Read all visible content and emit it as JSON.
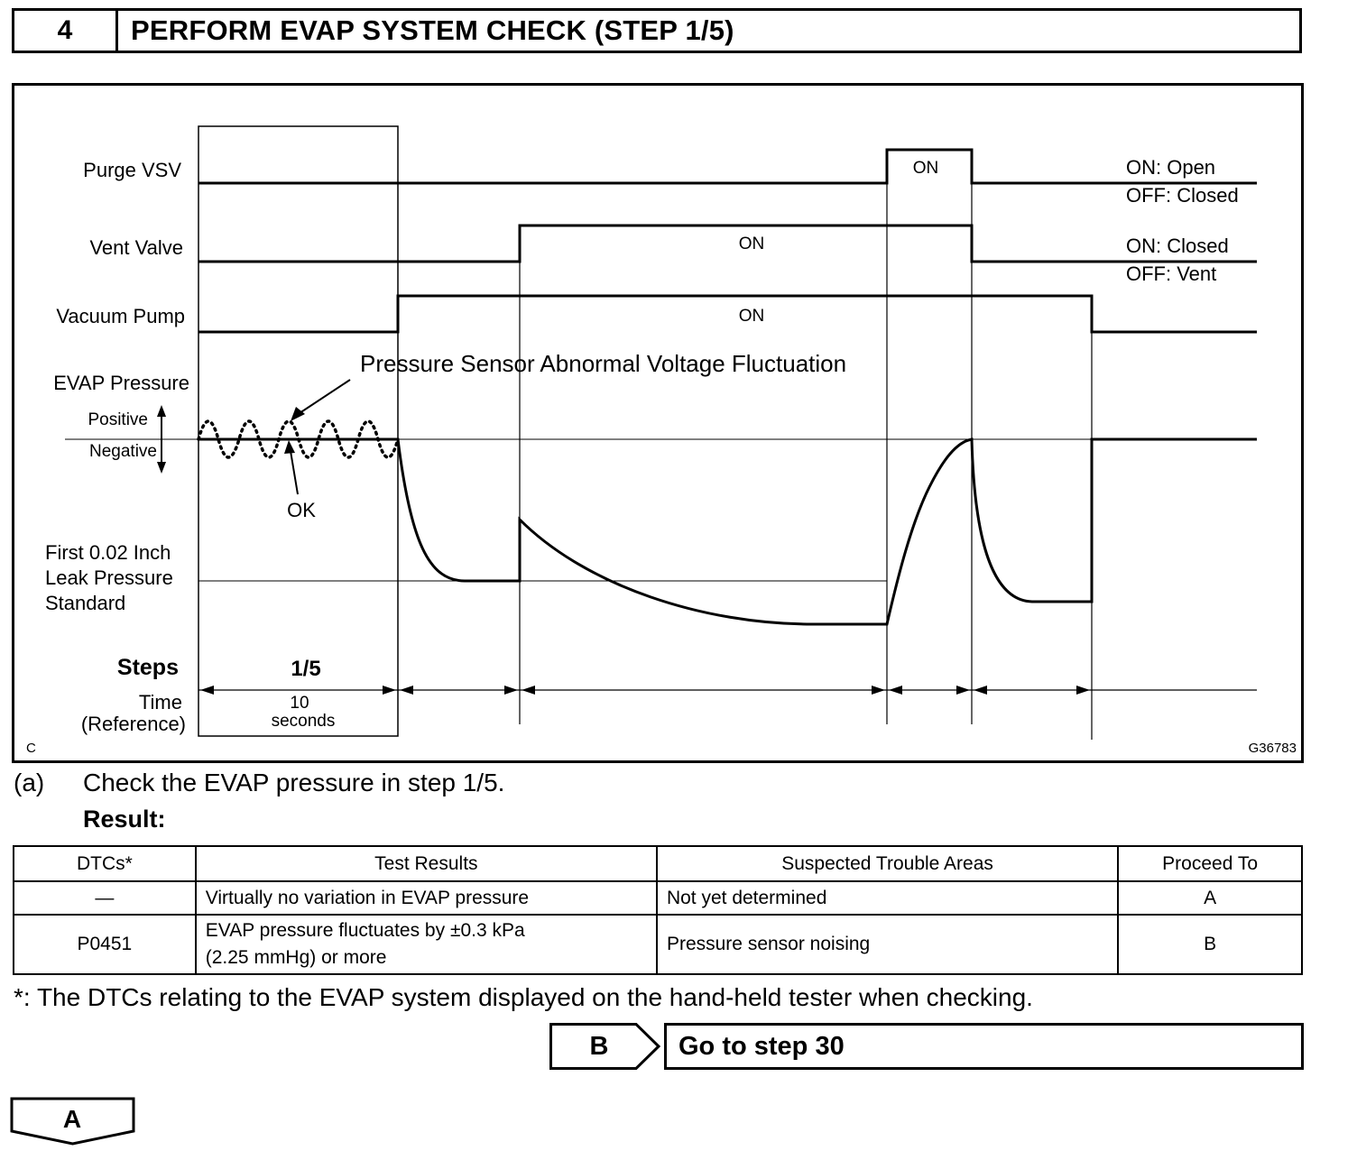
{
  "header": {
    "step_number": "4",
    "title": "PERFORM EVAP SYSTEM CHECK (STEP 1/5)"
  },
  "figure": {
    "labels": {
      "purge_vsv": "Purge VSV",
      "vent_valve": "Vent Valve",
      "vacuum_pump": "Vacuum Pump",
      "evap_pressure": "EVAP Pressure",
      "positive": "Positive",
      "negative": "Negative",
      "leak_standard_line1": "First 0.02 Inch",
      "leak_standard_line2": "Leak Pressure",
      "leak_standard_line3": "Standard",
      "steps": "Steps",
      "time_line1": "Time",
      "time_line2": "(Reference)"
    },
    "on_labels": {
      "purge": "ON",
      "vent": "ON",
      "pump": "ON"
    },
    "legend": {
      "purge_on": "ON: Open",
      "purge_off": "OFF: Closed",
      "vent_on": "ON: Closed",
      "vent_off": "OFF: Vent"
    },
    "annotation": "Pressure Sensor Abnormal Voltage Fluctuation",
    "ok_label": "OK",
    "step_value": "1/5",
    "duration_line1": "10",
    "duration_line2": "seconds",
    "corner_left": "C",
    "corner_right": "G36783"
  },
  "instruction": {
    "letter": "(a)",
    "text": "Check the EVAP pressure in step 1/5."
  },
  "result_label": "Result:",
  "table": {
    "headers": [
      "DTCs*",
      "Test Results",
      "Suspected Trouble Areas",
      "Proceed To"
    ],
    "rows": [
      {
        "dtc": "—",
        "result_line1": "Virtually no variation in EVAP pressure",
        "result_line2": "",
        "area": "Not yet determined",
        "proceed": "A"
      },
      {
        "dtc": "P0451",
        "result_line1": "EVAP pressure fluctuates by ±0.3 kPa",
        "result_line2": "(2.25 mmHg) or more",
        "area": "Pressure sensor noising",
        "proceed": "B"
      }
    ]
  },
  "footnote": "*: The DTCs relating to the EVAP system displayed on the hand-held tester when checking.",
  "branch_b": {
    "label": "B",
    "text": "Go to step 30"
  },
  "branch_a": {
    "label": "A"
  }
}
